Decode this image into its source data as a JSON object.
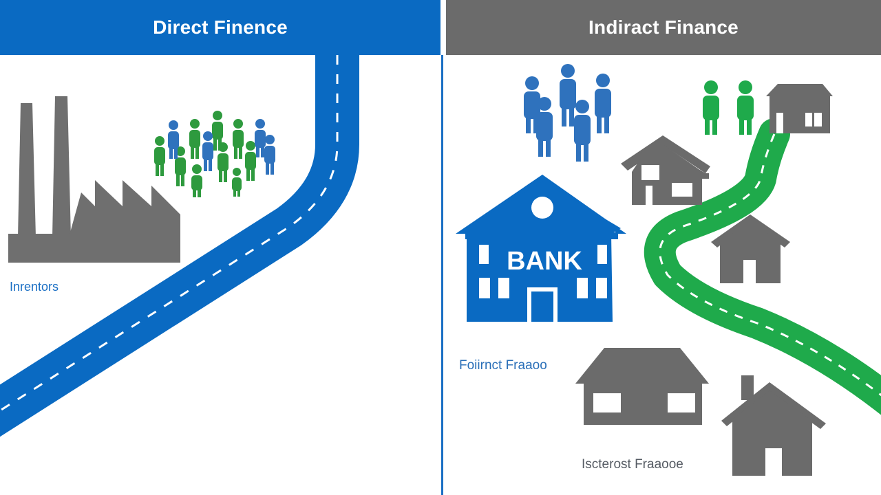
{
  "left": {
    "header": "Direct Finence",
    "label": "Inrentors"
  },
  "right": {
    "header": "Indiract Finance",
    "bank_sign": "BANK",
    "label_middle": "Foiirnct Fraaoo",
    "label_bottom": "Iscterost Fraaooe"
  },
  "colors": {
    "blue": "#0a6ac2",
    "gray": "#6b6b6b",
    "green": "#1faa4b",
    "person_green": "#2e9a3e",
    "person_blue": "#2f72bd"
  },
  "icons": {
    "factory": "factory-icon",
    "people": "people-icon",
    "bank": "bank-icon",
    "house": "house-icon",
    "road": "road-icon"
  }
}
